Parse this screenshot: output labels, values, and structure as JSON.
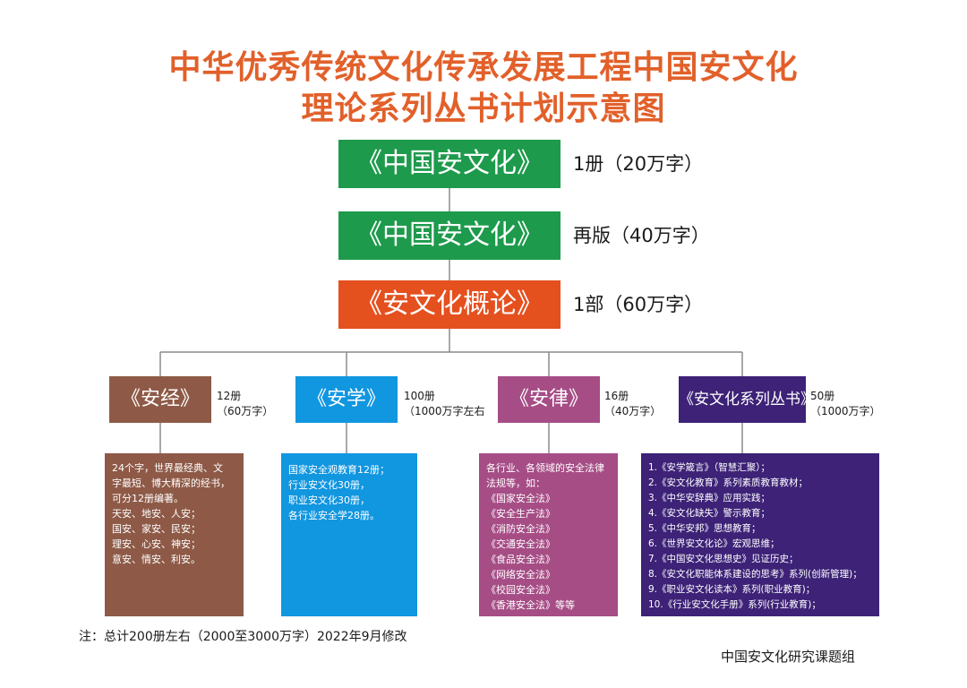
{
  "title": {
    "line1": "中华优秀传统文化传承发展工程中国安文化",
    "line2": "理论系列丛书计划示意图"
  },
  "main": [
    {
      "label": "《中国安文化》",
      "note": "1册（20万字）"
    },
    {
      "label": "《中国安文化》",
      "note": "再版（40万字）"
    },
    {
      "label": "《安文化概论》",
      "note": "1部（60万字）"
    }
  ],
  "categories": [
    {
      "label": "《安经》",
      "note": [
        "12册",
        "（60万字）"
      ],
      "details": [
        "24个字，世界最经典、文",
        "字最短、博大精深的经书，",
        "可分12册编著。",
        "天安、地安、人安；",
        "国安、家安、民安；",
        "理安、心安、神安；",
        "意安、情安、利安。"
      ]
    },
    {
      "label": "《安学》",
      "note": [
        "100册",
        "（1000万字左右"
      ],
      "details": [
        "国家安全观教育12册；",
        "行业安文化30册，",
        "职业安文化30册，",
        "各行业安全学28册。"
      ]
    },
    {
      "label": "《安律》",
      "note": [
        "16册",
        "（40万字）"
      ],
      "details": [
        "各行业、各领域的安全法律",
        "法规等，如：",
        "《国家安全法》",
        "《安全生产法》",
        "《消防安全法》",
        "《交通安全法》",
        "《食品安全法》",
        "《网络安全法》",
        "《校园安全法》",
        "《香港安全法》等等"
      ]
    },
    {
      "label": "《安文化系列丛书》",
      "note": [
        "50册",
        "（1000万字）"
      ],
      "details": [
        "1.《安学箴言》（智慧汇聚）；",
        "2.《安文化教育》系列素质教育教材；",
        "3.《中华安辞典》应用实践；",
        "4.《安文化缺失》警示教育；",
        "5.《中华安邦》思想教育；",
        "6.《世界安文化论》宏观思维；",
        "7.《中国安文化思想史》见证历史；",
        "8.《安文化职能体系建设的思考》系列(创新管理)；",
        "9.《职业安文化读本》系列(职业教育)；",
        "10.《行业安文化手册》系列(行业教育)；"
      ]
    }
  ],
  "footnote": "注：总计200册左右（2000至3000万字）2022年9月修改",
  "credit": "中国安文化研究课题组",
  "colors": {
    "title": "#e2602a",
    "green": "#1e9a4c",
    "orange": "#e5501f",
    "brown": "#8e5a47",
    "blue": "#1196e0",
    "magenta": "#a64d86",
    "purple": "#3d2277"
  }
}
